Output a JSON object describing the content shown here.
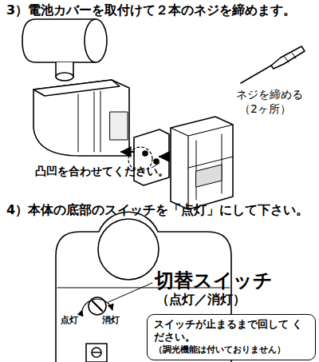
{
  "diagram": {
    "nodes": [
      {
        "text": [
          "スイッチが止まるまで回して ください。",
          "（調光機能は付いておりません）"
        ]
      }
    ],
    "labels": [
      "3）電池カバーを取付けて２本のネジを締めます。",
      "ネジを締める",
      "（2ヶ所）",
      "凸凹を合わせてください。",
      "4）本体の底部のスイッチを「点灯」にして下さい。",
      "切替スイッチ",
      "（点灯／消灯）",
      "点灯",
      "消灯"
    ]
  }
}
